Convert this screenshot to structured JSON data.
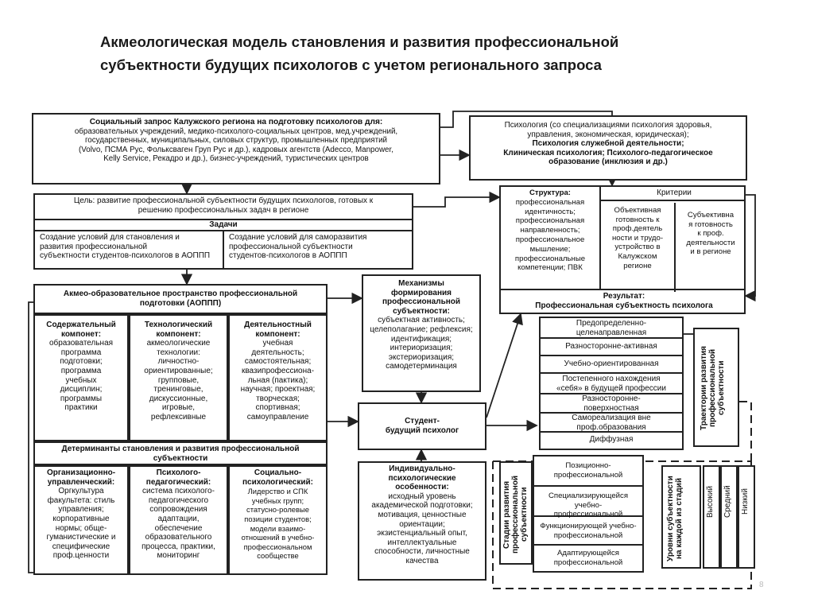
{
  "title": {
    "line1": "Акмеологическая модель становления и развития профессиональной",
    "line2": "субъектности будущих психологов с учетом регионального запроса"
  },
  "social_request": {
    "heading": "Социальный запрос Калужского региона на подготовку психологов для:",
    "lines": [
      "образовательных учреждений, медико-психолого-социальных центров, мед.учреждений,",
      "государственных, муниципальных, силовых структур, промышленных предприятий",
      "(Volvo, ПСМА Рус, Фольксваген Груп Рус и др.), кадровых агентств (Adecco, Manpower,",
      "Kelly Service, Рекадро и др.), бизнес-учреждений, туристических центров"
    ]
  },
  "psychology": {
    "line1": "Психология (со специализациями психология здоровья,",
    "line2": "управления, экономическая, юридическая);",
    "line3": "Психология служебной деятельности;",
    "line4": "Клиническая психология; Психолого-педагогическое",
    "line5": "образование (инклюзия и др.)"
  },
  "goal": {
    "line1": "Цель: развитие профессиональной субъектности будущих психологов, готовых к",
    "line2": "решению профессиональных задач в  регионе"
  },
  "tasks": {
    "heading": "Задачи",
    "left": [
      "Создание условий для становления и",
      "развития профессиональной",
      "субъектности студентов-психологов в АОППП"
    ],
    "right": [
      "Создание условий для саморазвития",
      "профессиональной субъектности",
      "студентов-психологов в АОППП"
    ]
  },
  "structure": {
    "lines": [
      "Структура:",
      "профессиональная",
      "идентичность;",
      "профессиональная",
      "направленность;",
      "профессиональное",
      "мышление;",
      "профессиональные",
      "компетенции; ПВК"
    ]
  },
  "criteria": {
    "heading": "Критерии",
    "left": [
      "Объективная",
      "готовность к",
      "проф.деятель",
      "ности и трудо-",
      "устройство в",
      "Калужском",
      "регионе"
    ],
    "right": [
      "Субъективна",
      "я готовность",
      "к проф.",
      "деятельности",
      "и в регионе"
    ]
  },
  "result": {
    "line1": "Результат:",
    "line2": "Профессиональная субъектность психолога"
  },
  "akmeo_space": {
    "line1": "Акмео-образовательное пространство профессиональной",
    "line2": "подготовки (АОППП)"
  },
  "components": [
    {
      "heading": [
        "Содержательный",
        "компонет:"
      ],
      "lines": [
        "образовательная",
        "программа",
        "подготовки;",
        "программа",
        "учебных",
        "дисциплин;",
        "программы",
        "практики"
      ]
    },
    {
      "heading": [
        "Технологический",
        "компонент:"
      ],
      "lines": [
        "акмеологические",
        "технологии:",
        "личностно-",
        "ориентированные;",
        "групповые,",
        "тренинговые,",
        "дискуссионные,",
        "игровые,",
        "рефлексивные"
      ]
    },
    {
      "heading": [
        "Деятельностный",
        "компонент:"
      ],
      "lines": [
        "учебная",
        "деятельность;",
        "самостоятельная;",
        "квазипрофессиона-",
        "льная (пактика);",
        "научная; проектная;",
        "творческая;",
        "спортивная;",
        "самоуправление"
      ]
    }
  ],
  "determinants": {
    "line1": "Детерминанты становления и развития профессиональной",
    "line2": "субъектности"
  },
  "det_components": [
    {
      "heading": [
        "Организационно-",
        "управленческий:"
      ],
      "lines": [
        "Оргкультура",
        "факультета: стиль",
        "управления;",
        "корпоративные",
        "нормы; обще-",
        "гуманистические и",
        "специфические",
        "проф.ценности"
      ]
    },
    {
      "heading": [
        "Психолого-",
        "педагогический:"
      ],
      "lines": [
        "система психолого-",
        "педагогического",
        "сопровождения",
        "адаптации,",
        "обеспечение",
        "образовательного",
        "процесса, практики,",
        "мониторинг"
      ]
    },
    {
      "heading": [
        "Социально-",
        "психологический:"
      ],
      "lines": [
        "Лидерство и СПК",
        "учебных групп;",
        "статусно-ролевые",
        "позиции студентов;",
        "модели взаимо-",
        "отношений в учебно-",
        "профессиональном",
        "сообществе"
      ]
    }
  ],
  "mechanisms": {
    "heading": [
      "Механизмы",
      "формирования",
      "профессиональной",
      "субъектности:"
    ],
    "lines": [
      "субъектная активность;",
      "целеполагание; рефлексия;",
      "идентификация;",
      "интериоризация;",
      "экстериоризация;",
      "самодетерминация"
    ]
  },
  "student": {
    "line1": "Студент-",
    "line2": "будущий психолог"
  },
  "individual": {
    "heading": [
      "Индивидуально-",
      "психологические",
      "особенности:"
    ],
    "lines": [
      "исходный уровень",
      "академической подготовки;",
      "мотивация, ценностные",
      "ориентации;",
      "экзистенциальный опыт,",
      "интеллектуальные",
      "способности, личностные",
      "качества"
    ]
  },
  "trajectories": {
    "items": [
      [
        "Предопределенно-",
        "целенаправленная"
      ],
      [
        "Разносторонне-активная"
      ],
      [
        "Учебно-ориентированная"
      ],
      [
        "Постепенного нахождения",
        "«себя» в будущей профессии"
      ],
      [
        "Разносторонне-",
        "поверхностная"
      ],
      [
        "Самореализация вне",
        "проф.образования"
      ],
      [
        "Диффузная"
      ]
    ],
    "vertical_label": "Траектории развития профессиональной субъектности"
  },
  "stages": {
    "vertical_label": "Стадии развития профессиональной субъектности",
    "items": [
      [
        "Позиционно-",
        "профессиональной"
      ],
      [
        "Специализирующейся учебно-",
        "профессиональной"
      ],
      [
        "Функционирующей учебно-",
        "профессиональной"
      ],
      [
        "Адаптирующейся",
        "профессиональной"
      ]
    ]
  },
  "levels": {
    "vertical_label": "Уровни субъектности на каждой из стадий",
    "high": "Высокий",
    "medium": "Средний",
    "low": "Низкий"
  },
  "page_number": "8"
}
